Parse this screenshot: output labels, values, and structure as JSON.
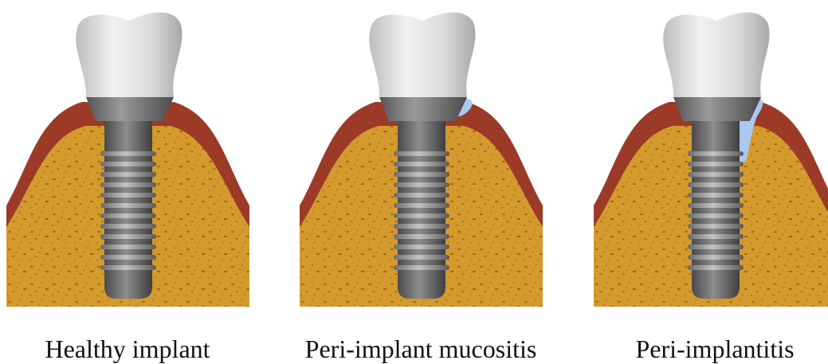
{
  "panels": [
    {
      "caption": "Healthy implant",
      "condition": "healthy"
    },
    {
      "caption": "Peri-implant mucositis",
      "condition": "mucositis"
    },
    {
      "caption": "Peri-implantitis",
      "condition": "peri-implantitis"
    }
  ],
  "colors": {
    "gingiva": "#9c3a28",
    "bone": "#d49a2e",
    "bone_pore": "#a66f14",
    "implant": "#6e6e6e",
    "crown": "#d9d9d9",
    "inflammation": "#a9c9ee"
  }
}
